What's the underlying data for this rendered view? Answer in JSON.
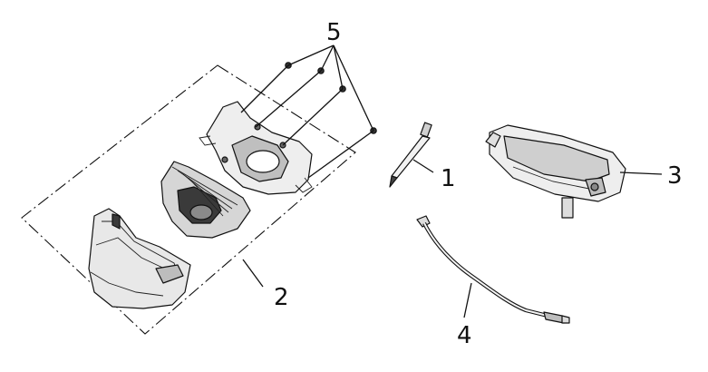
{
  "diagram": {
    "callouts": [
      {
        "id": "label-1",
        "text": "1"
      },
      {
        "id": "label-2",
        "text": "2"
      },
      {
        "id": "label-3",
        "text": "3"
      },
      {
        "id": "label-4",
        "text": "4"
      },
      {
        "id": "label-5",
        "text": "5"
      }
    ],
    "colors": {
      "line": "#111111",
      "part_light": "#e6e6e6",
      "part_mid": "#bdbdbd",
      "part_dark": "#3a3a3a",
      "background": "#ffffff"
    }
  }
}
